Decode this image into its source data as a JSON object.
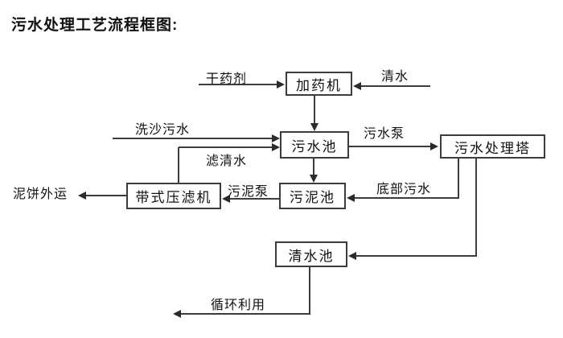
{
  "title": "污水处理工艺流程框图:",
  "diagram": {
    "nodes": {
      "dosing_machine": "加药机",
      "sewage_pool": "污水池",
      "treatment_tower": "污水处理塔",
      "belt_filter_press": "带式压滤机",
      "sludge_pool": "污泥池",
      "clean_water_pool": "清水池"
    },
    "flows": {
      "dry_agent": "干药剂",
      "clean_water": "清水",
      "sand_wash_sewage": "洗沙污水",
      "filtered_water": "滤清水",
      "sewage_pump": "污水泵",
      "sludge_pump": "污泥泵",
      "bottom_sewage": "底部污水",
      "mud_cake_out": "泥饼外运",
      "recycle_use": "循环利用"
    },
    "colors": {
      "line": "#3c3c3c",
      "text": "#111111",
      "background": "#ffffff"
    }
  }
}
